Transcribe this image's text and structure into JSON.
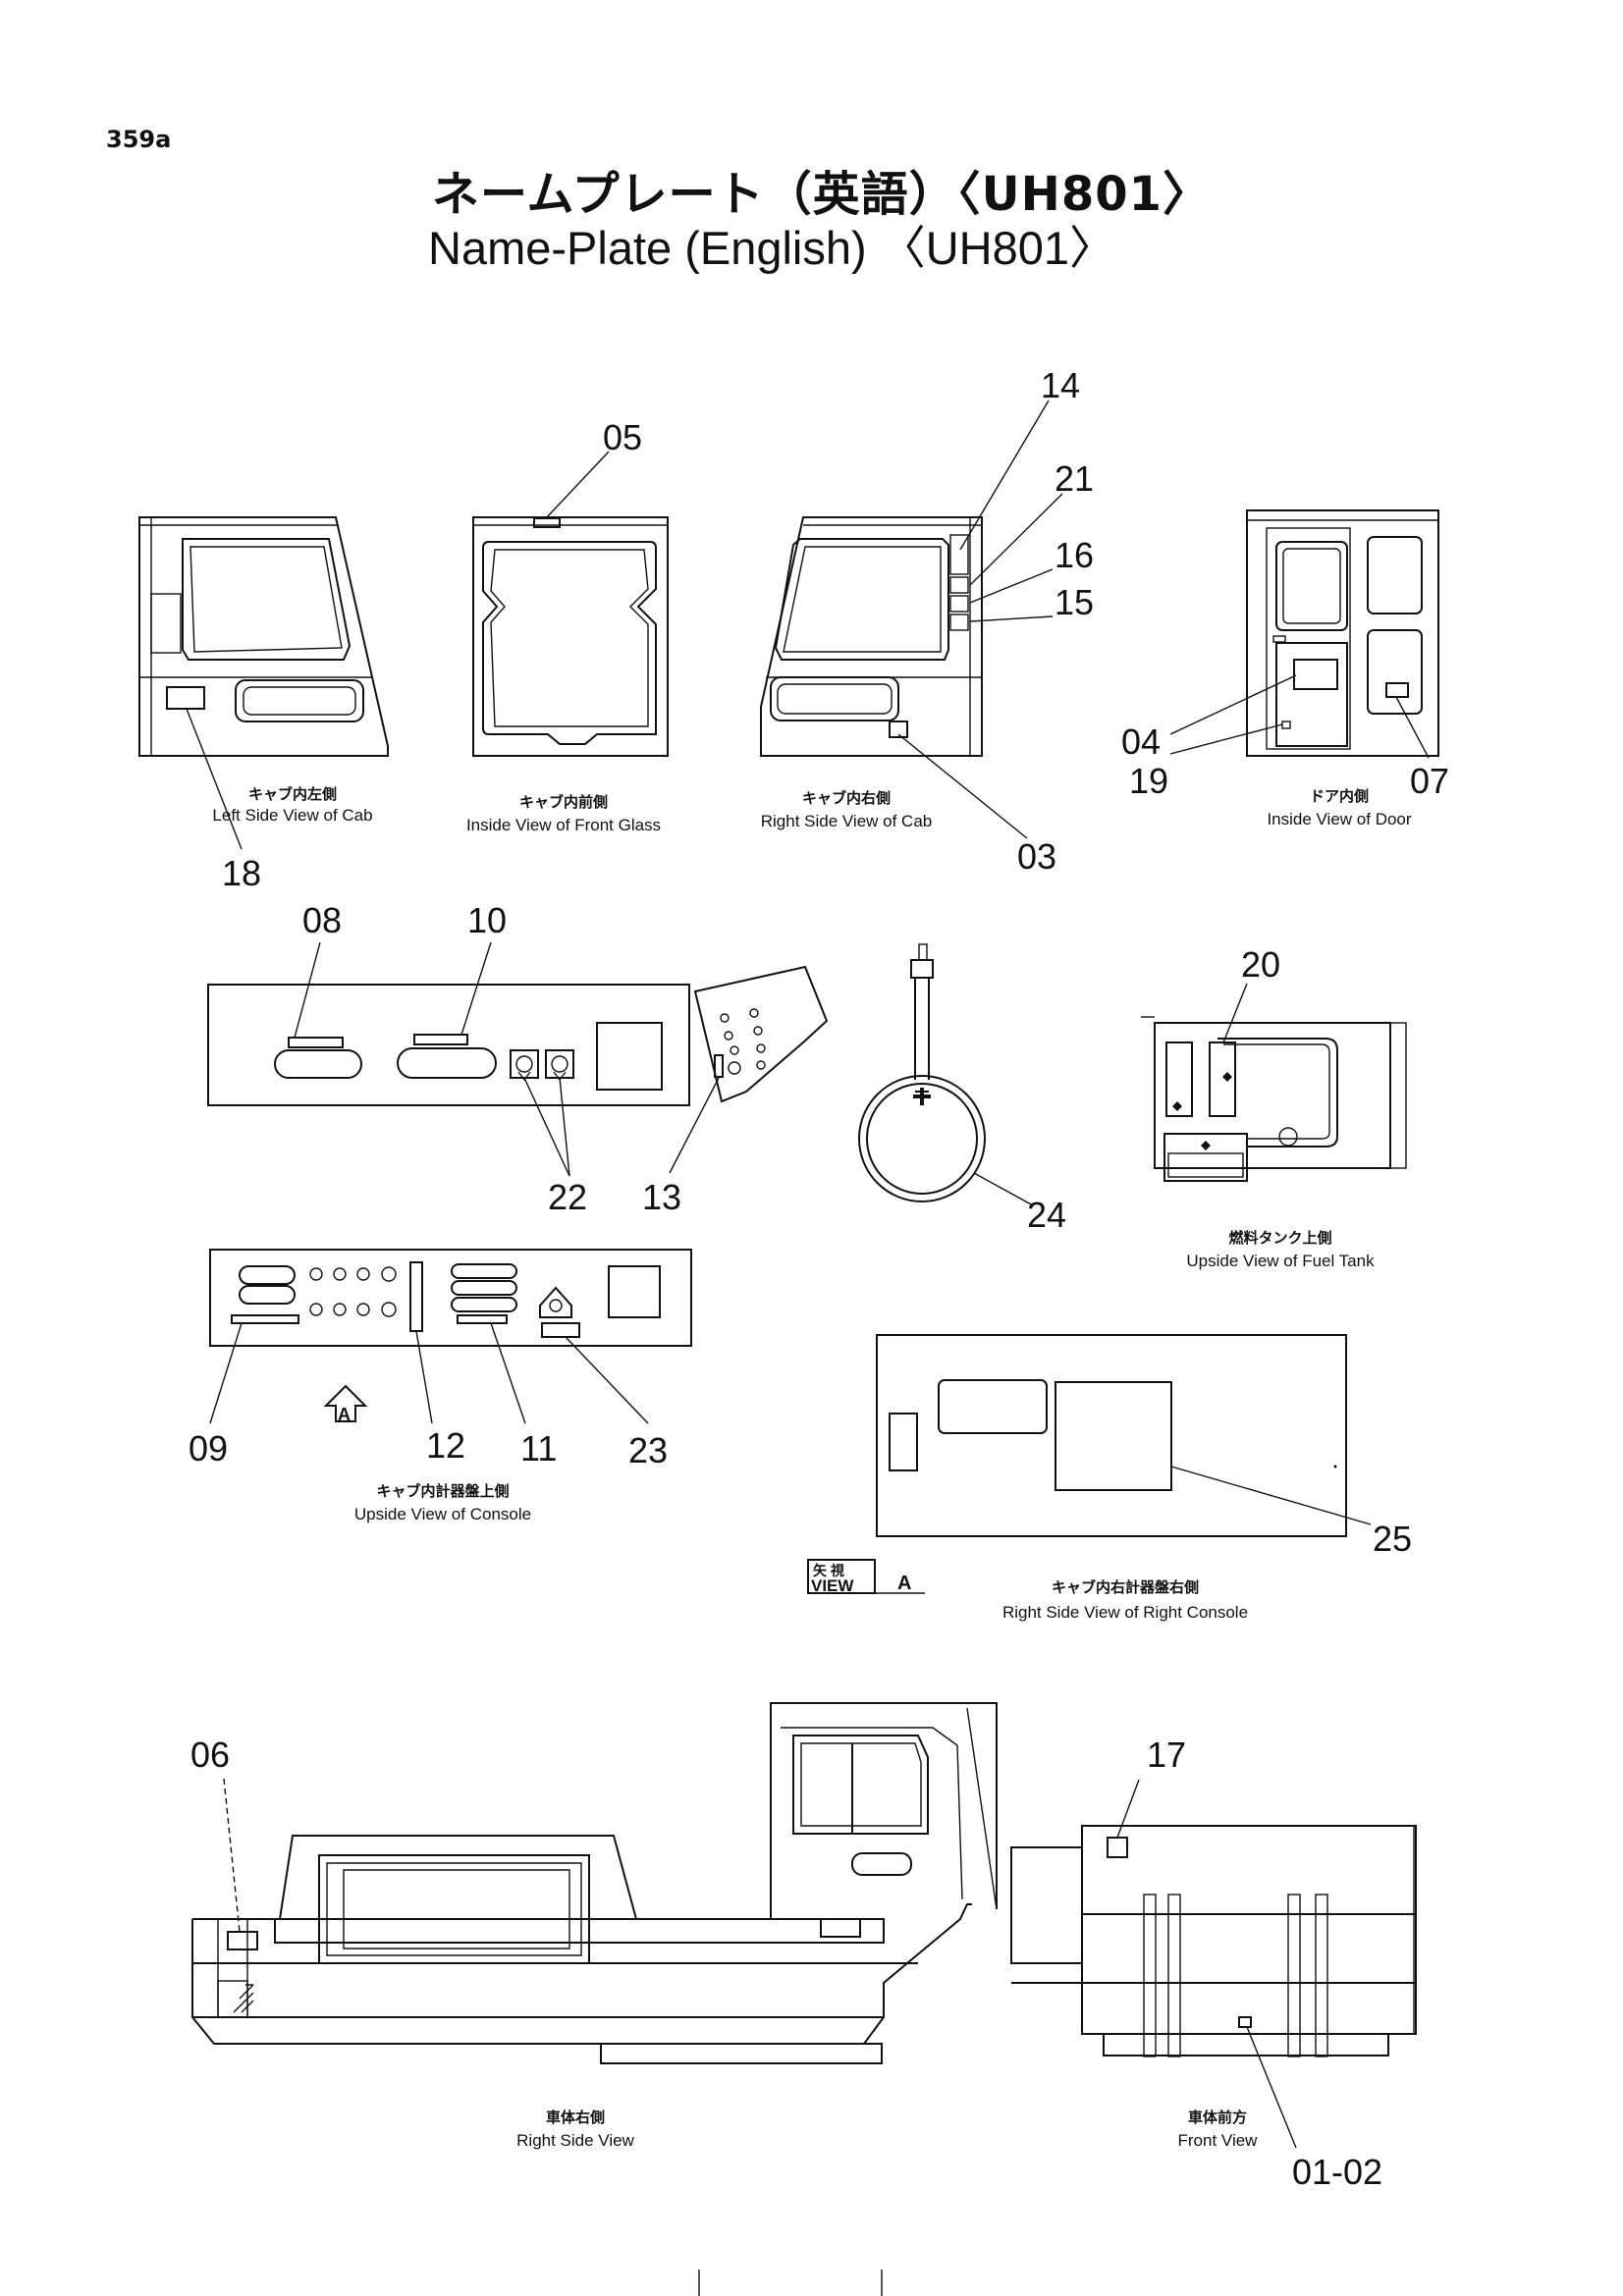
{
  "page_number": "359a",
  "title_jp": "ネームプレート（英語）〈UH801〉",
  "title_en": "Name-Plate (English) 〈UH801〉",
  "views": {
    "left_cab": {
      "jp": "キャブ内左側",
      "en": "Left Side View of Cab"
    },
    "front_glass": {
      "jp": "キャブ内前側",
      "en": "Inside View of Front Glass"
    },
    "right_cab": {
      "jp": "キャブ内右側",
      "en": "Right Side View of Cab"
    },
    "door": {
      "jp": "ドア内側",
      "en": "Inside View of Door"
    },
    "fuel_tank": {
      "jp": "燃料タンク上側",
      "en": "Upside View of Fuel Tank"
    },
    "console": {
      "jp": "キャブ内計器盤上側",
      "en": "Upside View of Console"
    },
    "right_console": {
      "jp": "キャブ内右計器盤右側",
      "en": "Right Side View of Right Console"
    },
    "right_side": {
      "jp": "車体右側",
      "en": "Right Side View"
    },
    "front": {
      "jp": "車体前方",
      "en": "Front View"
    }
  },
  "view_marker": {
    "jp": "矢 視",
    "label": "VIEW",
    "letter": "A"
  },
  "arrow_marker": "A",
  "callouts": {
    "c01_02": "01-02",
    "c03": "03",
    "c04": "04",
    "c05": "05",
    "c06": "06",
    "c07": "07",
    "c08": "08",
    "c09": "09",
    "c10": "10",
    "c11": "11",
    "c12": "12",
    "c13": "13",
    "c14": "14",
    "c15": "15",
    "c16": "16",
    "c17": "17",
    "c18": "18",
    "c19": "19",
    "c20": "20",
    "c21": "21",
    "c22": "22",
    "c23": "23",
    "c24": "24",
    "c25": "25"
  }
}
